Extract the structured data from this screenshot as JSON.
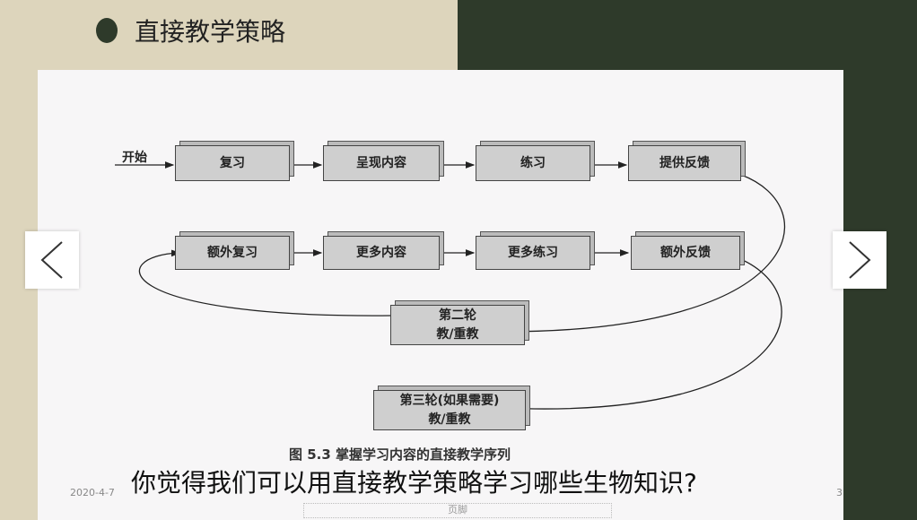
{
  "slide": {
    "title": "直接教学策略",
    "question": "你觉得我们可以用直接教学策略学习哪些生物知识?",
    "date": "2020-4-7",
    "footer": "页脚",
    "page_number": "3"
  },
  "diagram": {
    "start": "开始",
    "row1": [
      "复习",
      "呈现内容",
      "练习",
      "提供反馈"
    ],
    "row2": [
      "额外复习",
      "更多内容",
      "更多练习",
      "额外反馈"
    ],
    "round2": [
      "第二轮",
      "教/重教"
    ],
    "round3": [
      "第三轮(如果需要)",
      "教/重教"
    ],
    "caption": "图 5.3   掌握学习内容的直接教学序列"
  },
  "nav": {
    "prev_icon": "chevron-left-icon",
    "next_icon": "chevron-right-icon"
  }
}
